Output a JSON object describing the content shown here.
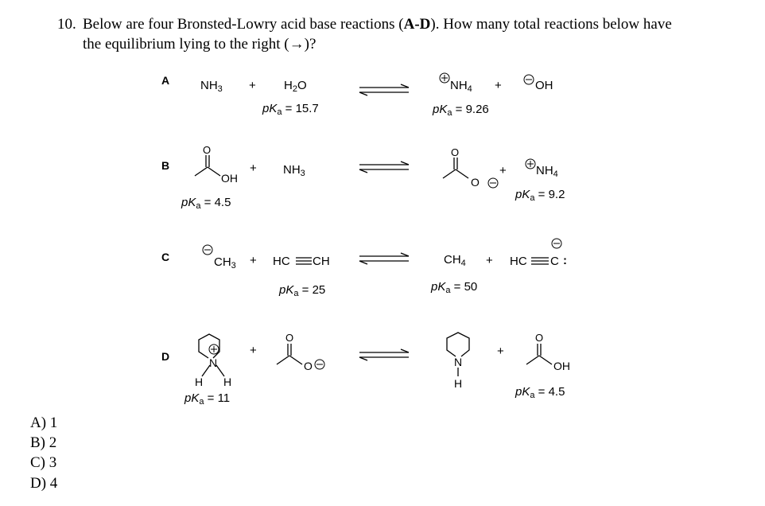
{
  "question": {
    "number": "10.",
    "line1_parts": [
      "Below are four Bronsted-Lowry acid base reactions (",
      "A-D",
      "). How many total reactions below have"
    ],
    "line2": "the equilibrium lying to the right (→)?"
  },
  "reactions": {
    "A": {
      "label": "A",
      "r1": "NH",
      "r1_sub": "3",
      "plus1": "+",
      "r2": "H",
      "r2_sub": "2",
      "r2_end": "O",
      "r2_pka": "pK",
      "r2_pka_sub": "a",
      "r2_pka_val": " = 15.7",
      "p1": "NH",
      "p1_sub": "4",
      "plus2": "+",
      "p2": "OH",
      "p1_pka": "pK",
      "p1_pka_sub": "a",
      "p1_pka_val": " = 9.26"
    },
    "B": {
      "label": "B",
      "r1_oh": "OH",
      "r1_o": "O",
      "r1_pka": "pK",
      "r1_pka_sub": "a",
      "r1_pka_val": " = 4.5",
      "plus1": "+",
      "r2": "NH",
      "r2_sub": "3",
      "p1_o": "O",
      "p1_o2": "O",
      "plus2": "+",
      "p2": "NH",
      "p2_sub": "4",
      "p2_pka": "pK",
      "p2_pka_sub": "a",
      "p2_pka_val": " = 9.2"
    },
    "C": {
      "label": "C",
      "r1": "CH",
      "r1_sub": "3",
      "plus1": "+",
      "r2_left": "HC",
      "r2_right": "CH",
      "r2_pka": "pK",
      "r2_pka_sub": "a",
      "r2_pka_val": " = 25",
      "p1": "CH",
      "p1_sub": "4",
      "plus2": "+",
      "p2_left": "HC",
      "p2_right": "C",
      "p2_colon": ":",
      "p1_pka": "pK",
      "p1_pka_sub": "a",
      "p1_pka_val": " = 50"
    },
    "D": {
      "label": "D",
      "r1_n": "N",
      "r1_h1": "H",
      "r1_h2": "H",
      "r1_pka": "pK",
      "r1_pka_sub": "a",
      "r1_pka_val": " = 11",
      "plus1": "+",
      "r2_o": "O",
      "r2_o2": "O",
      "p1_n": "N",
      "p1_h": "H",
      "plus2": "+",
      "p2_o": "O",
      "p2_oh": "OH",
      "p2_pka": "pK",
      "p2_pka_sub": "a",
      "p2_pka_val": " = 4.5"
    }
  },
  "options": [
    "A) 1",
    "B) 2",
    "C) 3",
    "D) 4"
  ]
}
